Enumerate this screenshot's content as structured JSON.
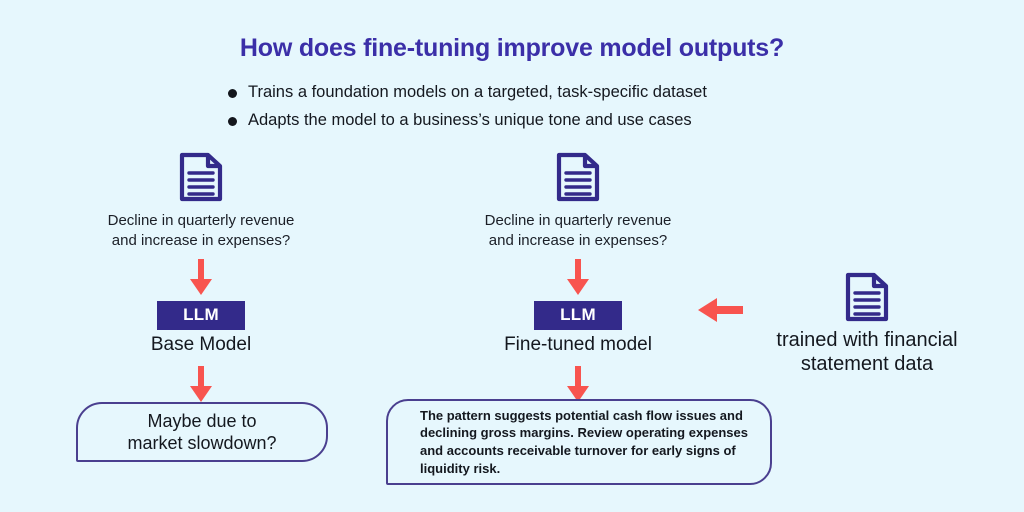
{
  "theme": {
    "background": "#e6f7fd",
    "title_color": "#3b2fa8",
    "badge_bg": "#332a8a",
    "badge_text": "#ffffff",
    "arrow_color": "#f8544f",
    "icon_color": "#332a8a",
    "bubble_border": "#4a3f8f",
    "body_text": "#14181f"
  },
  "header": {
    "title": "How does fine-tuning improve model outputs?",
    "bullets": [
      "Trains a foundation models on a targeted, task-specific dataset",
      "Adapts the model to a business’s unique tone and use cases"
    ]
  },
  "left_branch": {
    "doc_icon": "document-icon",
    "question": "Decline in quarterly revenue and increase in expenses?",
    "question_line1": "Decline in quarterly revenue",
    "question_line2": "and increase in expenses?",
    "arrow_top": "arrow-down-icon",
    "badge_label": "LLM",
    "model_label": "Base Model",
    "arrow_bottom": "arrow-down-icon",
    "answer": "Maybe due to market slowdown?",
    "answer_line1": "Maybe due to",
    "answer_line2": "market slowdown?"
  },
  "right_branch": {
    "doc_icon": "document-icon",
    "question": "Decline in quarterly revenue and increase in expenses?",
    "question_line1": "Decline in quarterly revenue",
    "question_line2": "and increase in expenses?",
    "arrow_top": "arrow-down-icon",
    "badge_label": "LLM",
    "model_label": "Fine-tuned model",
    "arrow_bottom": "arrow-down-icon",
    "answer": "The pattern suggests potential cash flow issues and declining gross margins. Review operating expenses and accounts receivable turnover for early signs of liquidity risk."
  },
  "annotation": {
    "arrow": "arrow-left-icon",
    "doc_icon": "document-icon",
    "text": "trained with financial statement data",
    "line1": "trained with financial",
    "line2": "statement data"
  }
}
